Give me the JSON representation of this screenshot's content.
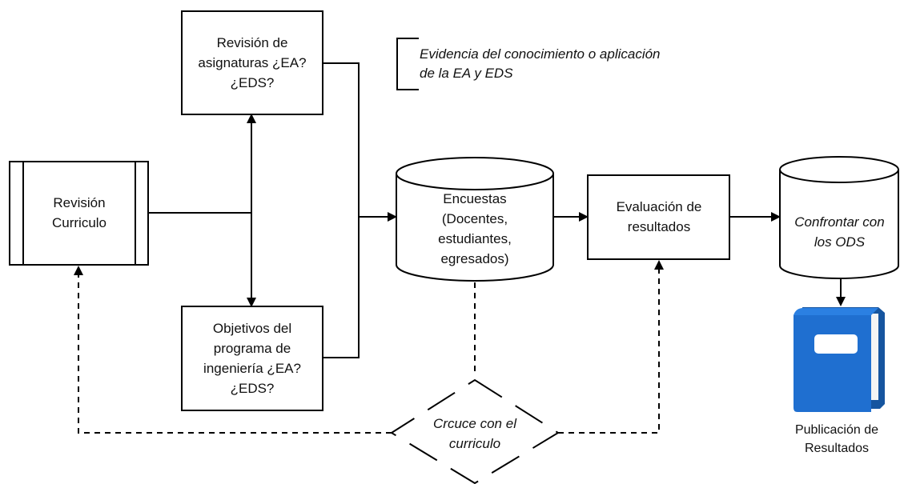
{
  "diagram": {
    "nodes": {
      "revision_curriculo": "Revisión\nCurriculo",
      "revision_asignaturas": "Revisión de\nasignaturas ¿EA?\n¿EDS?",
      "objetivos_programa": "Objetivos del\nprograma de\ningeniería ¿EA?\n¿EDS?",
      "encuestas": "Encuestas\n(Docentes,\nestudiantes,\negresados)",
      "evaluacion": "Evaluación de\nresultados",
      "confrontar": "Confrontar con\nlos ODS",
      "cruce": "Crcuce con el\ncurriculo",
      "publicacion": "Publicación de\nResultados"
    },
    "annotation": "Evidencia del conocimiento o aplicación\nde la EA y EDS"
  },
  "colors": {
    "stroke": "#000000",
    "text": "#111111",
    "book_blue": "#1f6fd0",
    "book_dark": "#16559f",
    "book_pages": "#f4f4f4"
  }
}
